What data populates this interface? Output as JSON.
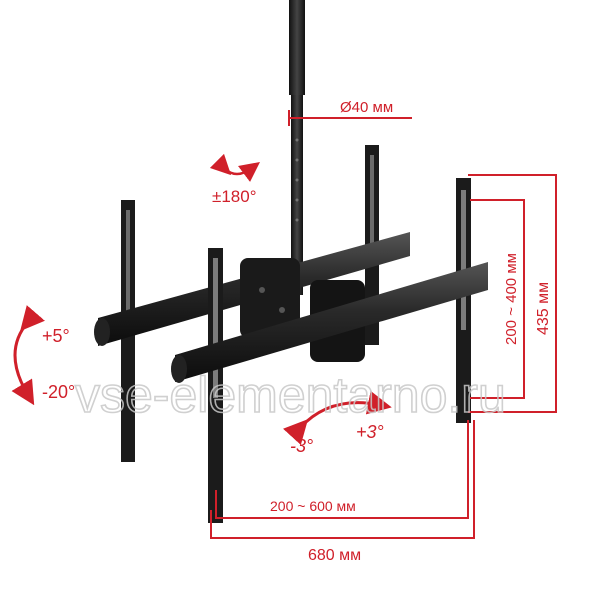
{
  "annotations": {
    "pole_diameter": "Ø40 мм",
    "swivel": "±180°",
    "tilt_up": "+5°",
    "tilt_down": "-20°",
    "roll_minus": "-3°",
    "roll_plus": "+3°",
    "vesa_vertical": "200 ~ 400 мм",
    "height_total": "435 мм",
    "vesa_horizontal": "200 ~ 600 мм",
    "width_total": "680 мм"
  },
  "watermark": "vse-elementarno.ru",
  "colors": {
    "accent": "#d0202a",
    "metal": "#1e1e1e"
  }
}
